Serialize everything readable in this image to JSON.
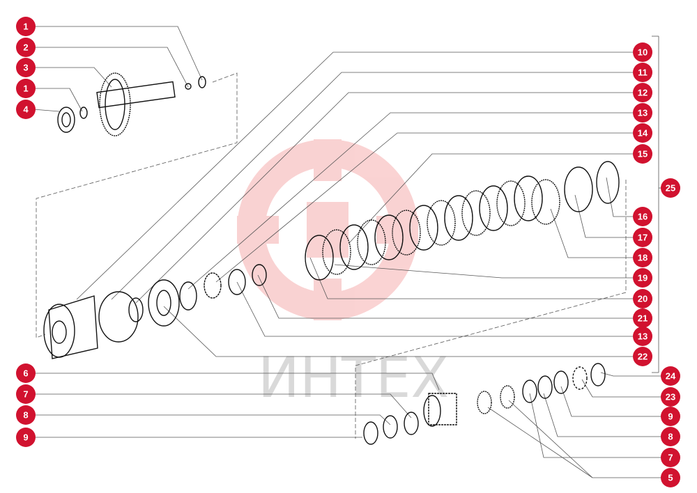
{
  "watermark": {
    "text": "ИНТЕХ",
    "color": "#f0a0a0"
  },
  "callout_color": "#d1122f",
  "callouts_left": [
    "1",
    "2",
    "3",
    "1",
    "4"
  ],
  "callouts_right_top": [
    "10",
    "11",
    "12",
    "13",
    "14",
    "15",
    "16",
    "17",
    "18",
    "19",
    "20",
    "21",
    "13",
    "22"
  ],
  "callout_assembly": "25",
  "callouts_bottom_left": [
    "6",
    "7",
    "8",
    "9"
  ],
  "callouts_bottom_right": [
    "24",
    "23",
    "9",
    "8",
    "7",
    "5"
  ]
}
